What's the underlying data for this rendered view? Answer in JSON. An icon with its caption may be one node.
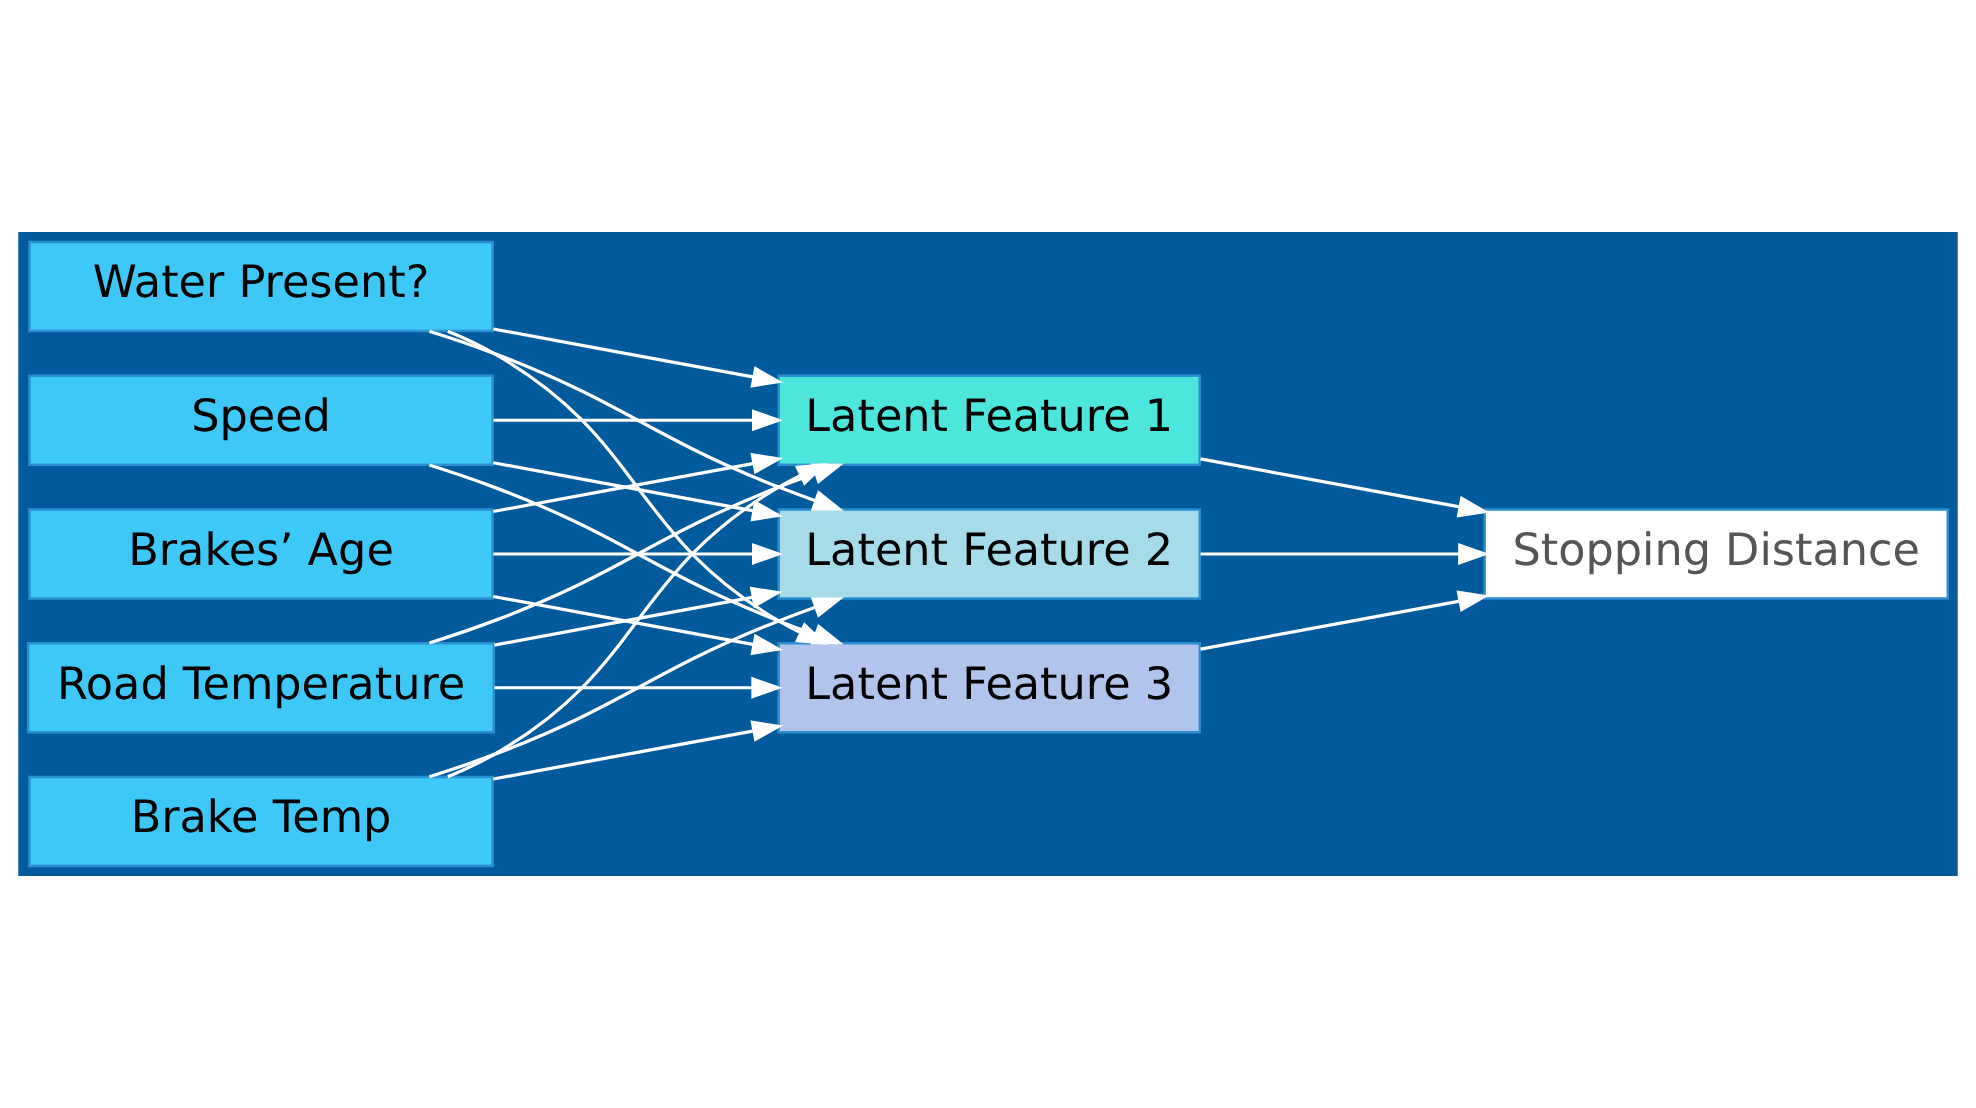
{
  "diagram": {
    "nodes": [
      {
        "text": [
          "Speed"
        ]
      },
      {
        "text": [
          "Brakes’ Age"
        ]
      },
      {
        "text": [
          "Road Temperature"
        ]
      },
      {
        "text": [
          "Brake Temp"
        ]
      },
      {
        "text": [
          "Water Present?"
        ]
      },
      {
        "text": [
          "Latent Feature 1"
        ]
      },
      {
        "text": [
          "Latent Feature 2"
        ]
      },
      {
        "text": [
          "Latent Feature 3"
        ]
      },
      {
        "text": [
          "Stopping Distance"
        ]
      }
    ],
    "edges": [
      {
        "from": 0,
        "to": 5,
        "arrow": "to"
      },
      {
        "from": 0,
        "to": 6,
        "arrow": "to"
      },
      {
        "from": 0,
        "to": 7,
        "arrow": "to"
      },
      {
        "from": 1,
        "to": 5,
        "arrow": "to"
      },
      {
        "from": 1,
        "to": 6,
        "arrow": "to"
      },
      {
        "from": 1,
        "to": 7,
        "arrow": "to"
      },
      {
        "from": 2,
        "to": 5,
        "arrow": "to"
      },
      {
        "from": 2,
        "to": 6,
        "arrow": "to"
      },
      {
        "from": 2,
        "to": 7,
        "arrow": "to"
      },
      {
        "from": 3,
        "to": 5,
        "arrow": "to"
      },
      {
        "from": 3,
        "to": 6,
        "arrow": "to"
      },
      {
        "from": 3,
        "to": 7,
        "arrow": "to"
      },
      {
        "from": 4,
        "to": 5,
        "arrow": "to"
      },
      {
        "from": 4,
        "to": 6,
        "arrow": "to"
      },
      {
        "from": 4,
        "to": 7,
        "arrow": "to"
      },
      {
        "from": 5,
        "to": 8,
        "arrow": "to"
      },
      {
        "from": 6,
        "to": 8,
        "arrow": "to"
      },
      {
        "from": 7,
        "to": 8,
        "arrow": "to"
      }
    ]
  }
}
